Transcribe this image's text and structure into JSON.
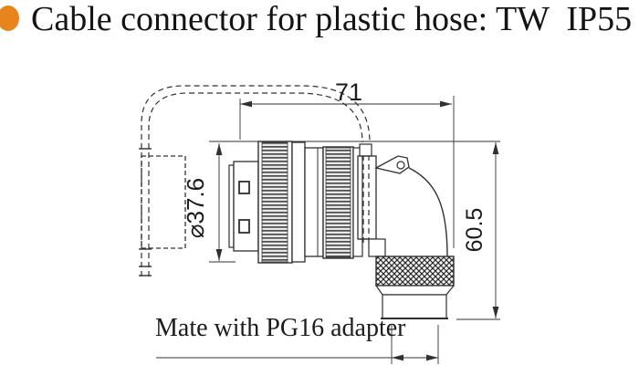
{
  "header": {
    "bullet_color": "#E8841C",
    "title": "Cable connector for plastic hose: TW  IP55"
  },
  "drawing": {
    "dimensions": {
      "length": "71",
      "diameter": "⌀37.6",
      "height": "60.5"
    },
    "note": "Mate with PG16 adapter",
    "line_color": "#303030"
  }
}
